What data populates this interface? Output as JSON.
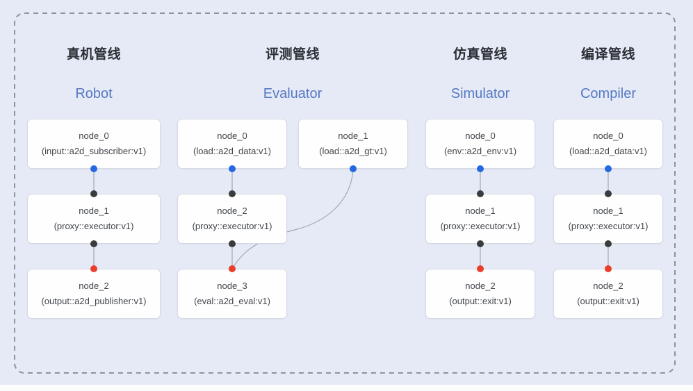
{
  "colors": {
    "canvas_bg": "#e6eaf6",
    "frame_border": "#8d929b",
    "box_bg": "#fefefe",
    "box_border": "#d5d9e1",
    "node_text": "#41454b",
    "title_cn": "#2a2e34",
    "title_en": "#5579c4",
    "edge": "#a0a7b4",
    "port_blue": "#2569e2",
    "port_black": "#3a3b3d",
    "port_red": "#ea3e2d"
  },
  "pipelines": {
    "robot": {
      "title_cn": "真机管线",
      "title_en": "Robot",
      "nodes": {
        "n0": {
          "name": "node_0",
          "type": "(input::a2d_subscriber:v1)"
        },
        "n1": {
          "name": "node_1",
          "type": "(proxy::executor:v1)"
        },
        "n2": {
          "name": "node_2",
          "type": "(output::a2d_publisher:v1)"
        }
      },
      "edges": [
        "node_0 -> node_1",
        "node_1 -> node_2"
      ]
    },
    "evaluator": {
      "title_cn": "评测管线",
      "title_en": "Evaluator",
      "nodes": {
        "n0": {
          "name": "node_0",
          "type": "(load::a2d_data:v1)"
        },
        "n1": {
          "name": "node_1",
          "type": "(load::a2d_gt:v1)"
        },
        "n2": {
          "name": "node_2",
          "type": "(proxy::executor:v1)"
        },
        "n3": {
          "name": "node_3",
          "type": "(eval::a2d_eval:v1)"
        }
      },
      "edges": [
        "node_0 -> node_2",
        "node_2 -> node_3",
        "node_1 -> node_3"
      ]
    },
    "simulator": {
      "title_cn": "仿真管线",
      "title_en": "Simulator",
      "nodes": {
        "n0": {
          "name": "node_0",
          "type": "(env::a2d_env:v1)"
        },
        "n1": {
          "name": "node_1",
          "type": "(proxy::executor:v1)"
        },
        "n2": {
          "name": "node_2",
          "type": "(output::exit:v1)"
        }
      },
      "edges": [
        "node_0 -> node_1",
        "node_1 -> node_2"
      ]
    },
    "compiler": {
      "title_cn": "编译管线",
      "title_en": "Compiler",
      "nodes": {
        "n0": {
          "name": "node_0",
          "type": "(load::a2d_data:v1)"
        },
        "n1": {
          "name": "node_1",
          "type": "(proxy::executor:v1)"
        },
        "n2": {
          "name": "node_2",
          "type": "(output::exit:v1)"
        }
      },
      "edges": [
        "node_0 -> node_1",
        "node_1 -> node_2"
      ]
    }
  }
}
